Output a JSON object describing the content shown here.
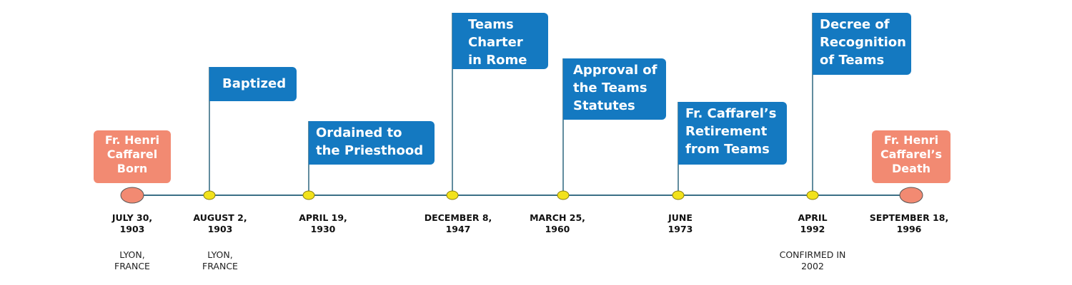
{
  "colors": {
    "flag": "#1479c1",
    "endpoint": "#f28a72",
    "node": "#f2e21c",
    "axis": "#3a6f86"
  },
  "events": [
    {
      "id": "born",
      "label": "Fr. Henri Caffarel Born",
      "date_line1": "JULY 30,",
      "date_line2": "1903",
      "place_line1": "LYON,",
      "place_line2": "FRANCE"
    },
    {
      "id": "baptized",
      "label": "Baptized",
      "date_line1": "AUGUST 2,",
      "date_line2": "1903",
      "place_line1": "LYON,",
      "place_line2": "FRANCE"
    },
    {
      "id": "ordained",
      "label": "Ordained to the Priesthood",
      "date_line1": "APRIL 19,",
      "date_line2": "1930"
    },
    {
      "id": "charter",
      "label": "Teams Charter in Rome",
      "date_line1": "DECEMBER 8,",
      "date_line2": "1947"
    },
    {
      "id": "statutes",
      "label": "Approval of the Teams Statutes",
      "date_line1": "MARCH 25,",
      "date_line2": "1960"
    },
    {
      "id": "retire",
      "label": "Fr. Caffarel’s Retirement from Teams",
      "date_line1": "JUNE",
      "date_line2": "1973"
    },
    {
      "id": "decree",
      "label": "Decree of Recognition of Teams",
      "date_line1": "APRIL",
      "date_line2": "1992",
      "place_line1": "CONFIRMED IN",
      "place_line2": "2002"
    },
    {
      "id": "death",
      "label": "Fr. Henri Caffarel’s Death",
      "date_line1": "SEPTEMBER 18,",
      "date_line2": "1996"
    }
  ]
}
